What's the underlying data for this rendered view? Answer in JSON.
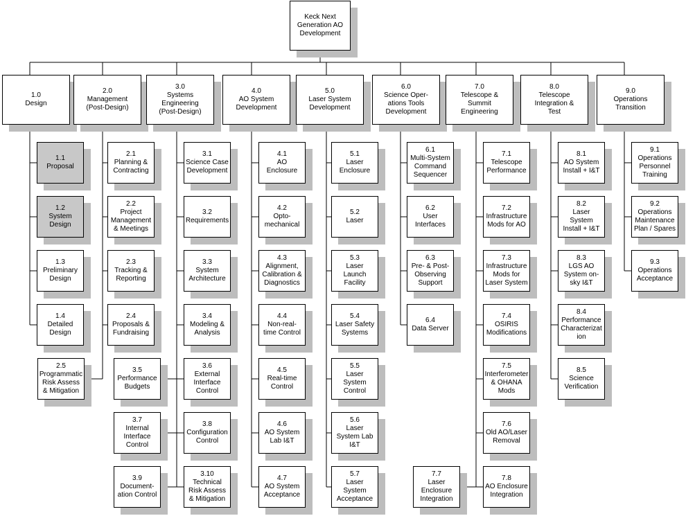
{
  "diagram": {
    "root": {
      "id": "0",
      "label": "Keck Next\nGeneration AO\nDevelopment"
    },
    "branches": [
      {
        "id": "1.0",
        "label": "1.0\nDesign",
        "children": [
          {
            "id": "1.1",
            "label": "1.1\nProposal",
            "highlight": true
          },
          {
            "id": "1.2",
            "label": "1.2\nSystem\nDesign",
            "highlight": true
          },
          {
            "id": "1.3",
            "label": "1.3\nPreliminary\nDesign"
          },
          {
            "id": "1.4",
            "label": "1.4\nDetailed\nDesign"
          }
        ]
      },
      {
        "id": "2.0",
        "label": "2.0\nManagement\n(Post-Design)",
        "children": [
          {
            "id": "2.1",
            "label": "2.1\nPlanning &\nContracting"
          },
          {
            "id": "2.2",
            "label": "2.2\nProject\nManagement\n& Meetings"
          },
          {
            "id": "2.3",
            "label": "2.3\nTracking &\nReporting"
          },
          {
            "id": "2.4",
            "label": "2.4\nProposals &\nFundraising"
          },
          {
            "id": "2.5",
            "label": "2.5\nProgrammatic\nRisk Assess\n& Mitigation"
          }
        ]
      },
      {
        "id": "3.0",
        "label": "3.0\nSystems\nEngineering\n(Post-Design)",
        "children": [
          {
            "id": "3.1",
            "label": "3.1\nScience Case\nDevelopment"
          },
          {
            "id": "3.2",
            "label": "3.2\nRequirements"
          },
          {
            "id": "3.3",
            "label": "3.3\nSystem\nArchitecture"
          },
          {
            "id": "3.4",
            "label": "3.4\nModeling &\nAnalysis"
          },
          {
            "id": "3.5",
            "label": "3.5\nPerformance\nBudgets"
          },
          {
            "id": "3.6",
            "label": "3.6\nExternal\nInterface\nControl"
          },
          {
            "id": "3.7",
            "label": "3.7\nInternal\nInterface\nControl"
          },
          {
            "id": "3.8",
            "label": "3.8\nConfiguration\nControl"
          },
          {
            "id": "3.9",
            "label": "3.9\nDocument-\nation Control"
          },
          {
            "id": "3.10",
            "label": "3.10\nTechnical\nRisk Assess\n& Mitigation"
          }
        ]
      },
      {
        "id": "4.0",
        "label": "4.0\nAO System\nDevelopment",
        "children": [
          {
            "id": "4.1",
            "label": "4.1\nAO\nEnclosure"
          },
          {
            "id": "4.2",
            "label": "4.2\nOpto-\nmechanical"
          },
          {
            "id": "4.3",
            "label": "4.3\nAlignment,\nCalibration &\nDiagnostics"
          },
          {
            "id": "4.4",
            "label": "4.4\nNon-real-\ntime Control"
          },
          {
            "id": "4.5",
            "label": "4.5\nReal-time\nControl"
          },
          {
            "id": "4.6",
            "label": "4.6\nAO System\nLab I&T"
          },
          {
            "id": "4.7",
            "label": "4.7\nAO System\nAcceptance"
          }
        ]
      },
      {
        "id": "5.0",
        "label": "5.0\nLaser System\nDevelopment",
        "children": [
          {
            "id": "5.1",
            "label": "5.1\nLaser\nEnclosure"
          },
          {
            "id": "5.2",
            "label": "5.2\nLaser"
          },
          {
            "id": "5.3",
            "label": "5.3\nLaser\nLaunch\nFacility"
          },
          {
            "id": "5.4",
            "label": "5.4\nLaser Safety\nSystems"
          },
          {
            "id": "5.5",
            "label": "5.5\nLaser\nSystem\nControl"
          },
          {
            "id": "5.6",
            "label": "5.6\nLaser\nSystem Lab\nI&T"
          },
          {
            "id": "5.7",
            "label": "5.7\nLaser\nSystem\nAcceptance"
          }
        ]
      },
      {
        "id": "6.0",
        "label": "6.0\nScience Oper-\nations Tools\nDevelopment",
        "children": [
          {
            "id": "6.1",
            "label": "6.1\nMulti-System\nCommand\nSequencer"
          },
          {
            "id": "6.2",
            "label": "6.2\nUser\nInterfaces"
          },
          {
            "id": "6.3",
            "label": "6.3\nPre- & Post-\nObserving\nSupport"
          },
          {
            "id": "6.4",
            "label": "6.4\nData Server"
          }
        ]
      },
      {
        "id": "7.0",
        "label": "7.0\nTelescope &\nSummit\nEngineering",
        "children": [
          {
            "id": "7.1",
            "label": "7.1\nTelescope\nPerformance"
          },
          {
            "id": "7.2",
            "label": "7.2\nInfrastructure\nMods for AO"
          },
          {
            "id": "7.3",
            "label": "7.3\nInfrastructure\nMods for\nLaser System"
          },
          {
            "id": "7.4",
            "label": "7.4\nOSIRIS\nModifications"
          },
          {
            "id": "7.5",
            "label": "7.5\nInterferometer\n& OHANA\nMods"
          },
          {
            "id": "7.6",
            "label": "7.6\nOld AO/Laser\nRemoval"
          },
          {
            "id": "7.7",
            "label": "7.7\nLaser\nEnclosure\nIntegration"
          },
          {
            "id": "7.8",
            "label": "7.8\nAO Enclosure\nIntegration"
          }
        ]
      },
      {
        "id": "8.0",
        "label": "8.0\nTelescope\nIntegration &\nTest",
        "children": [
          {
            "id": "8.1",
            "label": "8.1\nAO System\nInstall + I&T"
          },
          {
            "id": "8.2",
            "label": "8.2\nLaser\nSystem\nInstall + I&T"
          },
          {
            "id": "8.3",
            "label": "8.3\nLGS AO\nSystem on-\nsky I&T"
          },
          {
            "id": "8.4",
            "label": "8.4\nPerformance\nCharacterizat\nion"
          },
          {
            "id": "8.5",
            "label": "8.5\nScience\nVerification"
          }
        ]
      },
      {
        "id": "9.0",
        "label": "9.0\nOperations\nTransition",
        "children": [
          {
            "id": "9.1",
            "label": "9.1\nOperations\nPersonnel\nTraining"
          },
          {
            "id": "9.2",
            "label": "9.2\nOperations\nMaintenance\nPlan / Spares"
          },
          {
            "id": "9.3",
            "label": "9.3\nOperations\nAcceptance"
          }
        ]
      }
    ]
  }
}
